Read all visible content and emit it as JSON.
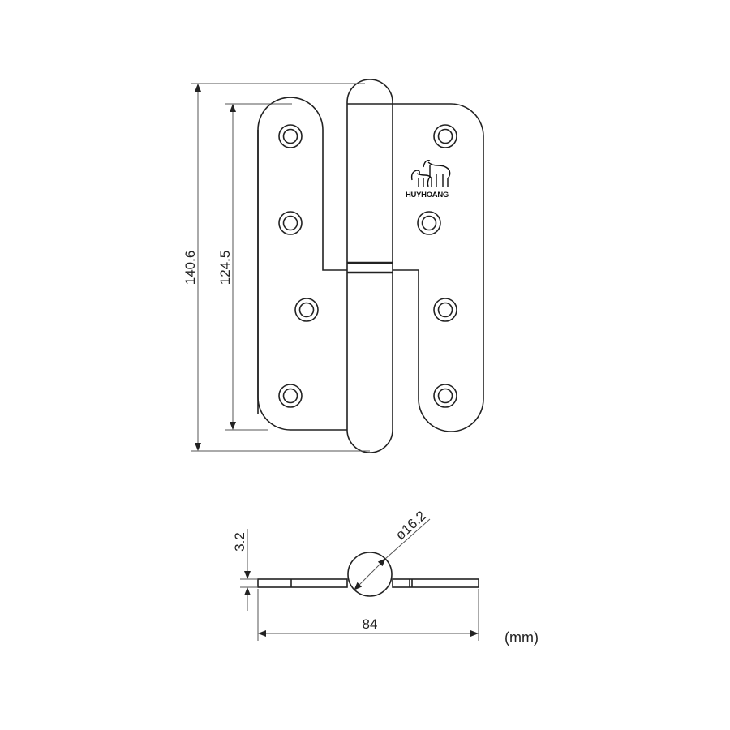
{
  "drawing": {
    "subject": "Lift-off door hinge technical drawing",
    "units_label": "(mm)",
    "brand_logo_text": "HUYHOANG",
    "front_view": {
      "overall_height_label": "140.6",
      "leaf_height_label": "124.5",
      "holes_per_leaf": 4
    },
    "section_view": {
      "thickness_label": "3.2",
      "knuckle_diameter_label": "ø16.2",
      "open_width_label": "84"
    }
  }
}
